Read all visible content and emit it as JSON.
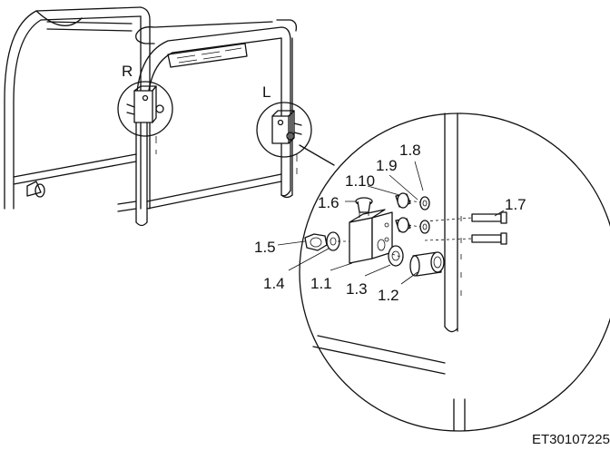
{
  "views": {
    "right_label": "R",
    "left_label": "L"
  },
  "callouts": [
    {
      "id": "p18",
      "label": "1.8"
    },
    {
      "id": "p19",
      "label": "1.9"
    },
    {
      "id": "p110",
      "label": "1.10"
    },
    {
      "id": "p16",
      "label": "1.6"
    },
    {
      "id": "p17",
      "label": "1.7"
    },
    {
      "id": "p15",
      "label": "1.5"
    },
    {
      "id": "p14",
      "label": "1.4"
    },
    {
      "id": "p11",
      "label": "1.1"
    },
    {
      "id": "p13",
      "label": "1.3"
    },
    {
      "id": "p12",
      "label": "1.2"
    }
  ],
  "drawing_code": "ET30107225"
}
